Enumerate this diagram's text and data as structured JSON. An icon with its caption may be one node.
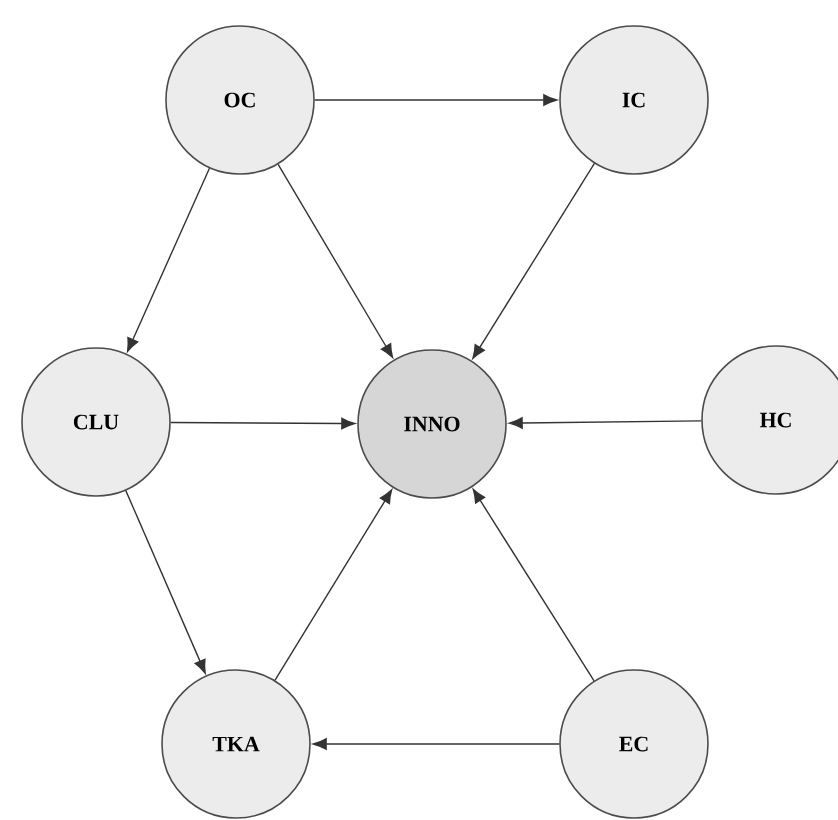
{
  "diagram": {
    "nodes": [
      {
        "text": [
          "OC"
        ]
      },
      {
        "text": [
          "IC"
        ]
      },
      {
        "text": [
          "CLU"
        ]
      },
      {
        "text": [
          "INNO"
        ]
      },
      {
        "text": [
          "HC"
        ]
      },
      {
        "text": [
          "TKA"
        ]
      },
      {
        "text": [
          "EC"
        ]
      }
    ],
    "edges": [
      {
        "from": 0,
        "to": 1,
        "arrow": "to"
      },
      {
        "from": 0,
        "to": 2,
        "arrow": "to"
      },
      {
        "from": 0,
        "to": 3,
        "arrow": "to"
      },
      {
        "from": 1,
        "to": 3,
        "arrow": "to"
      },
      {
        "from": 2,
        "to": 3,
        "arrow": "to"
      },
      {
        "from": 4,
        "to": 3,
        "arrow": "to"
      },
      {
        "from": 2,
        "to": 5,
        "arrow": "to"
      },
      {
        "from": 5,
        "to": 3,
        "arrow": "to"
      },
      {
        "from": 6,
        "to": 3,
        "arrow": "to"
      },
      {
        "from": 6,
        "to": 5,
        "arrow": "to"
      }
    ]
  }
}
